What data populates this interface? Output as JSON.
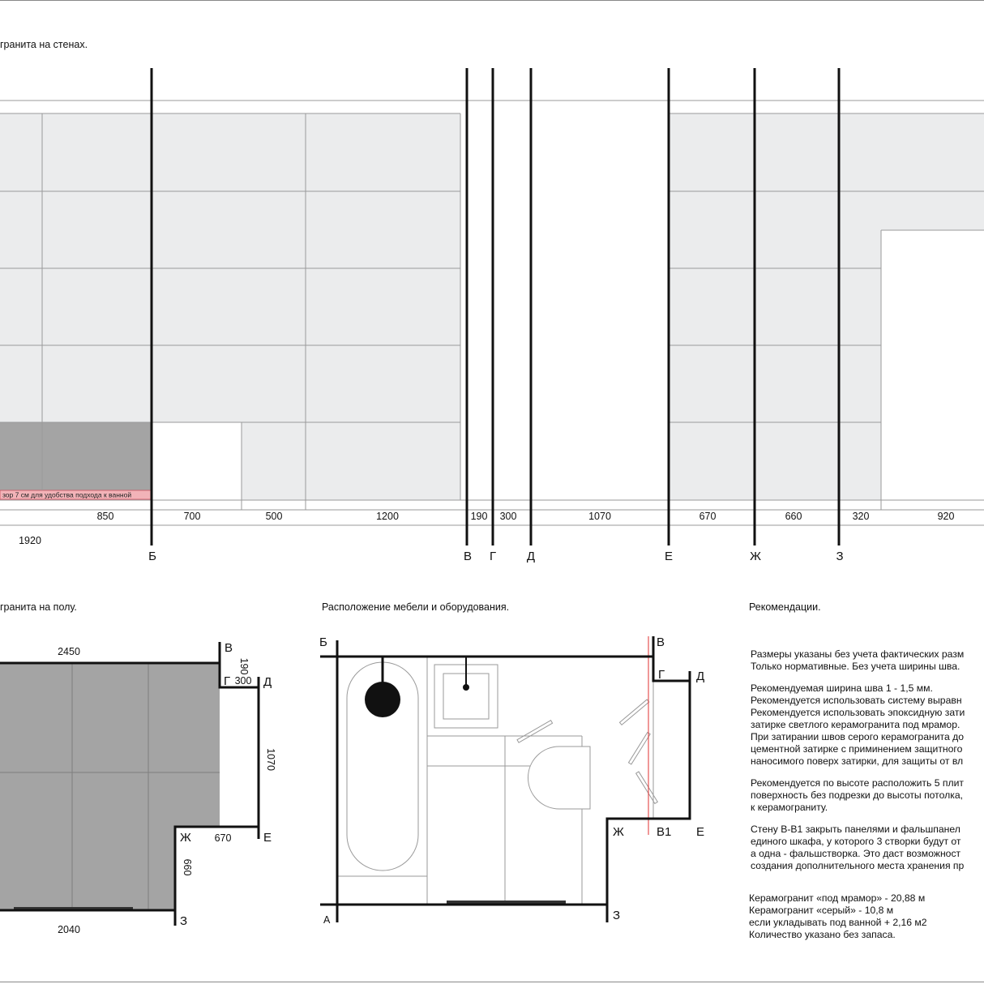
{
  "titles": {
    "walls": "гранита на стенах.",
    "floor": "гранита на полу.",
    "furniture": "Расположение мебели и оборудования.",
    "recommendations": "Рекомендации."
  },
  "walls": {
    "gap_note": "зор 7 см для удобства подхода к ванной",
    "dims": [
      "850",
      "700",
      "500",
      "1200",
      "190",
      "300",
      "1070",
      "670",
      "660",
      "320",
      "920"
    ],
    "total_left": "1920",
    "marks": [
      "Б",
      "В",
      "Г",
      "Д",
      "Е",
      "Ж",
      "З"
    ]
  },
  "floor": {
    "dim_top": "2450",
    "dim_bottom": "2040",
    "dim_190": "190",
    "dim_300": "300",
    "dim_1070": "1070",
    "dim_670": "670",
    "dim_660": "660",
    "marks": {
      "v": "В",
      "g": "Г",
      "d": "Д",
      "zh": "Ж",
      "e": "Е",
      "z": "З"
    }
  },
  "furniture": {
    "marks": {
      "b": "Б",
      "v": "В",
      "g": "Г",
      "d": "Д",
      "zh": "Ж",
      "v1": "В1",
      "e": "Е",
      "a": "А",
      "z": "З"
    }
  },
  "recommendations": {
    "lines": [
      "Размеры указаны без учета фактических разм",
      "Только нормативные. Без учета ширины шва.",
      "",
      "Рекомендуемая ширина шва 1 - 1,5 мм.",
      "Рекомендуется использовать систему выравн",
      "Рекомендуется использовать эпоксидную зати",
      "затирке светлого керамогранита под мрамор.",
      "При затирании швов серого керамогранита до",
      "цементной затирке с приминением защитного",
      "наносимого поверх затирки, для защиты от вл",
      "",
      "Рекомендуется по высоте расположить 5 плит",
      "поверхность без подрезки до высоты потолка,",
      "к керамограниту.",
      "",
      "Стену В-В1 закрыть панелями и фальшпанел",
      "единого шкафа, у которого 3 створки будут от",
      "а одна - фальшстворка. Это даст возможност",
      "создания дополнительного места хранения пр"
    ],
    "quantities": [
      "Керамогранит «под мрамор» - 20,88 м",
      "Керамогранит «серый» - 10,8 м",
      "если укладывать под ванной + 2,16 м2",
      "Количество указано без запаса."
    ]
  },
  "colors": {
    "tile_light": "#ebeced",
    "tile_gray": "#a4a4a4",
    "grout": "#9a9a9a",
    "gap_fill": "#f2b3b8",
    "red_line": "#e03030",
    "ink": "#111111"
  }
}
